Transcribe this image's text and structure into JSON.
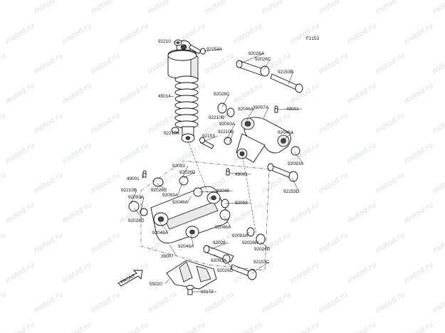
{
  "figure_code": "F2153",
  "watermark_text": "motod.ru",
  "front_arrow_text": "FRONT",
  "callouts": [
    "92210",
    "92153A",
    "92026A",
    "92026C",
    "92153B",
    "45014",
    "92026C",
    "92210B",
    "39007A",
    "92046A",
    "49001",
    "92093A",
    "92210B",
    "92046A",
    "92210A",
    "92153",
    "92093A",
    "92093",
    "92026D",
    "49001",
    "49001",
    "92210B",
    "92093A",
    "92026C",
    "92093A",
    "92048",
    "92046A",
    "92093",
    "92153D",
    "92026C",
    "92046A",
    "92046A",
    "92093A",
    "92026B",
    "92026C",
    "39007",
    "92046A",
    "92026",
    "92093A",
    "92153C",
    "92026C",
    "55020",
    "92172"
  ]
}
